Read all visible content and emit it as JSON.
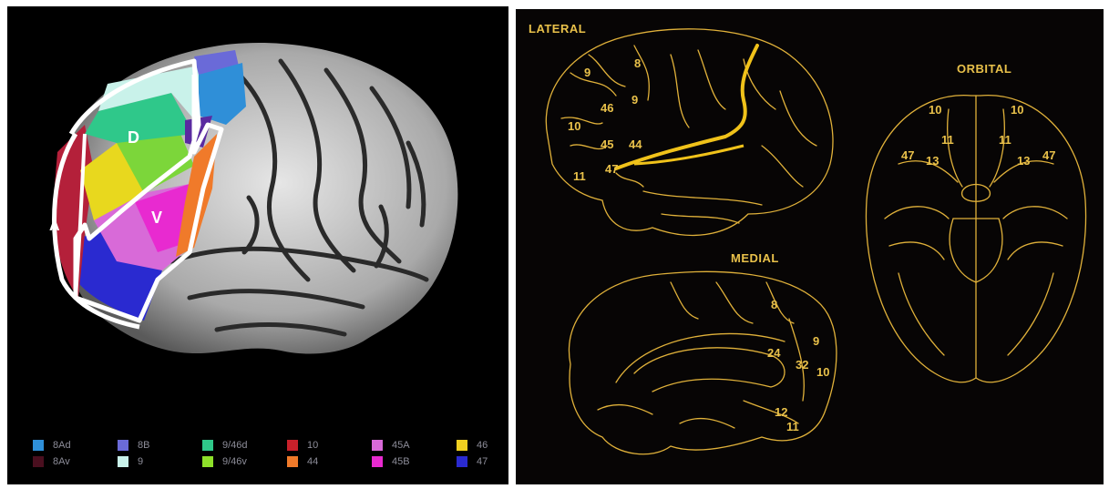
{
  "left": {
    "region_labels": {
      "d": "D",
      "v": "V",
      "a": "A"
    },
    "legend": [
      {
        "label": "8Ad",
        "color": "#2f8fd8"
      },
      {
        "label": "8Av",
        "color": "#4a0f1f"
      },
      {
        "label": "8B",
        "color": "#6a6ad8"
      },
      {
        "label": "9",
        "color": "#c9f2ea"
      },
      {
        "label": "9/46d",
        "color": "#2fc88a"
      },
      {
        "label": "9/46v",
        "color": "#8ee02a"
      },
      {
        "label": "10",
        "color": "#c8202a"
      },
      {
        "label": "44",
        "color": "#f07a2a"
      },
      {
        "label": "45A",
        "color": "#d86ad8"
      },
      {
        "label": "45B",
        "color": "#e82ad0"
      },
      {
        "label": "46",
        "color": "#f0d020"
      },
      {
        "label": "47",
        "color": "#2a2ad0"
      }
    ]
  },
  "right": {
    "titles": {
      "lateral": "LATERAL",
      "orbital": "ORBITAL",
      "medial": "MEDIAL"
    },
    "lateral_numbers": [
      "9",
      "8",
      "9",
      "46",
      "10",
      "45",
      "44",
      "47",
      "11"
    ],
    "orbital_numbers": [
      "10",
      "10",
      "11",
      "11",
      "47",
      "13",
      "13",
      "47"
    ],
    "medial_numbers": [
      "8",
      "9",
      "24",
      "32",
      "10",
      "12",
      "11"
    ]
  }
}
